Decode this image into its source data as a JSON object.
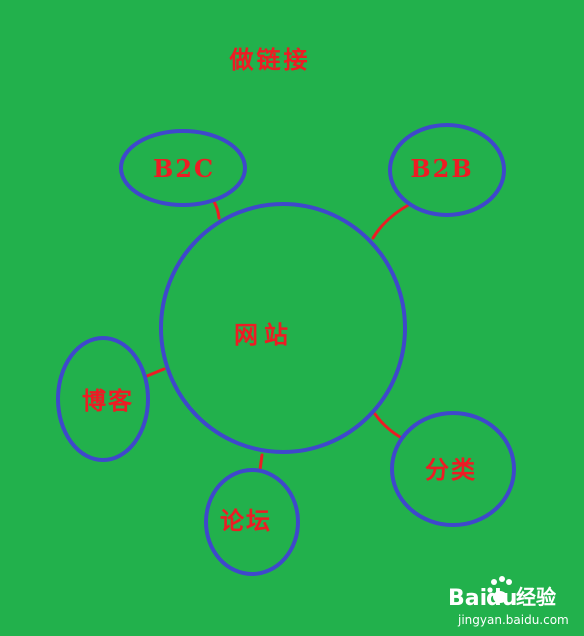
{
  "diagram": {
    "title": "做链接",
    "hub": "网站",
    "nodes": {
      "b2c": "B2C",
      "b2b": "B2B",
      "blog": "博客",
      "forum": "论坛",
      "category": "分类"
    }
  },
  "watermark": {
    "brand_prefix": "Bai",
    "brand_suffix": "du",
    "brand_cn": "经验",
    "url": "jingyan.baidu.com"
  },
  "colors": {
    "background": "#22b14c",
    "ellipse_stroke": "#3f48cc",
    "text": "#ed1c24",
    "connector": "#ed1c24"
  }
}
